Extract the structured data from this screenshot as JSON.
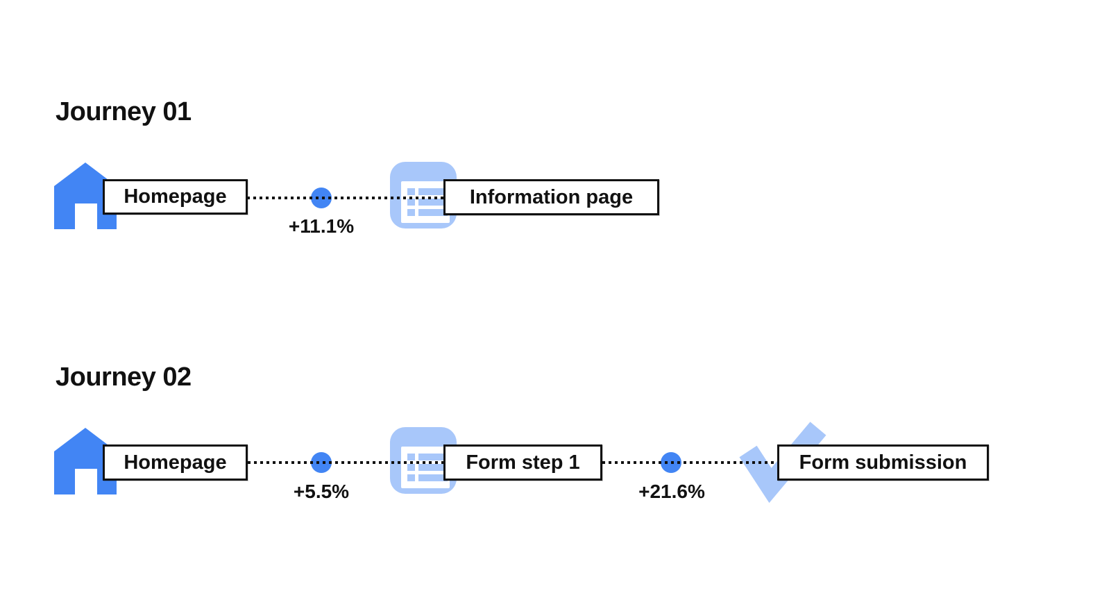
{
  "diagram": {
    "background": "#ffffff",
    "accent_blue": "#4285f4",
    "light_blue": "#a8c7fa",
    "text_color": "#111111",
    "journeys": [
      {
        "title": "Journey 01",
        "steps": [
          {
            "icon": "home-icon",
            "label": "Homepage"
          },
          {
            "icon": "list-page-icon",
            "label": "Information page"
          }
        ],
        "transitions": [
          {
            "value": "+11.1%"
          }
        ]
      },
      {
        "title": "Journey 02",
        "steps": [
          {
            "icon": "home-icon",
            "label": "Homepage"
          },
          {
            "icon": "list-page-icon",
            "label": "Form step 1"
          },
          {
            "icon": "checkmark-icon",
            "label": "Form submission"
          }
        ],
        "transitions": [
          {
            "value": "+5.5%"
          },
          {
            "value": "+21.6%"
          }
        ]
      }
    ]
  }
}
